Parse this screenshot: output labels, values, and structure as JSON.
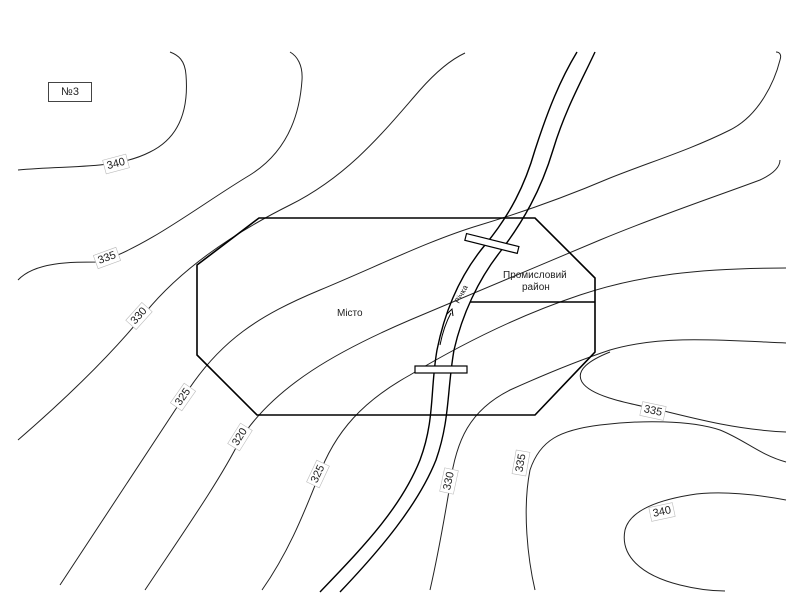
{
  "map_number": "№3",
  "areas": {
    "city": "Місто",
    "industrial_line1": "Промисловий",
    "industrial_line2": "район"
  },
  "river_name": "Річка",
  "contour_labels": [
    "340",
    "335",
    "330",
    "325",
    "320",
    "325",
    "330",
    "335",
    "335",
    "340"
  ],
  "colors": {
    "line": "#000000",
    "background": "#ffffff"
  }
}
